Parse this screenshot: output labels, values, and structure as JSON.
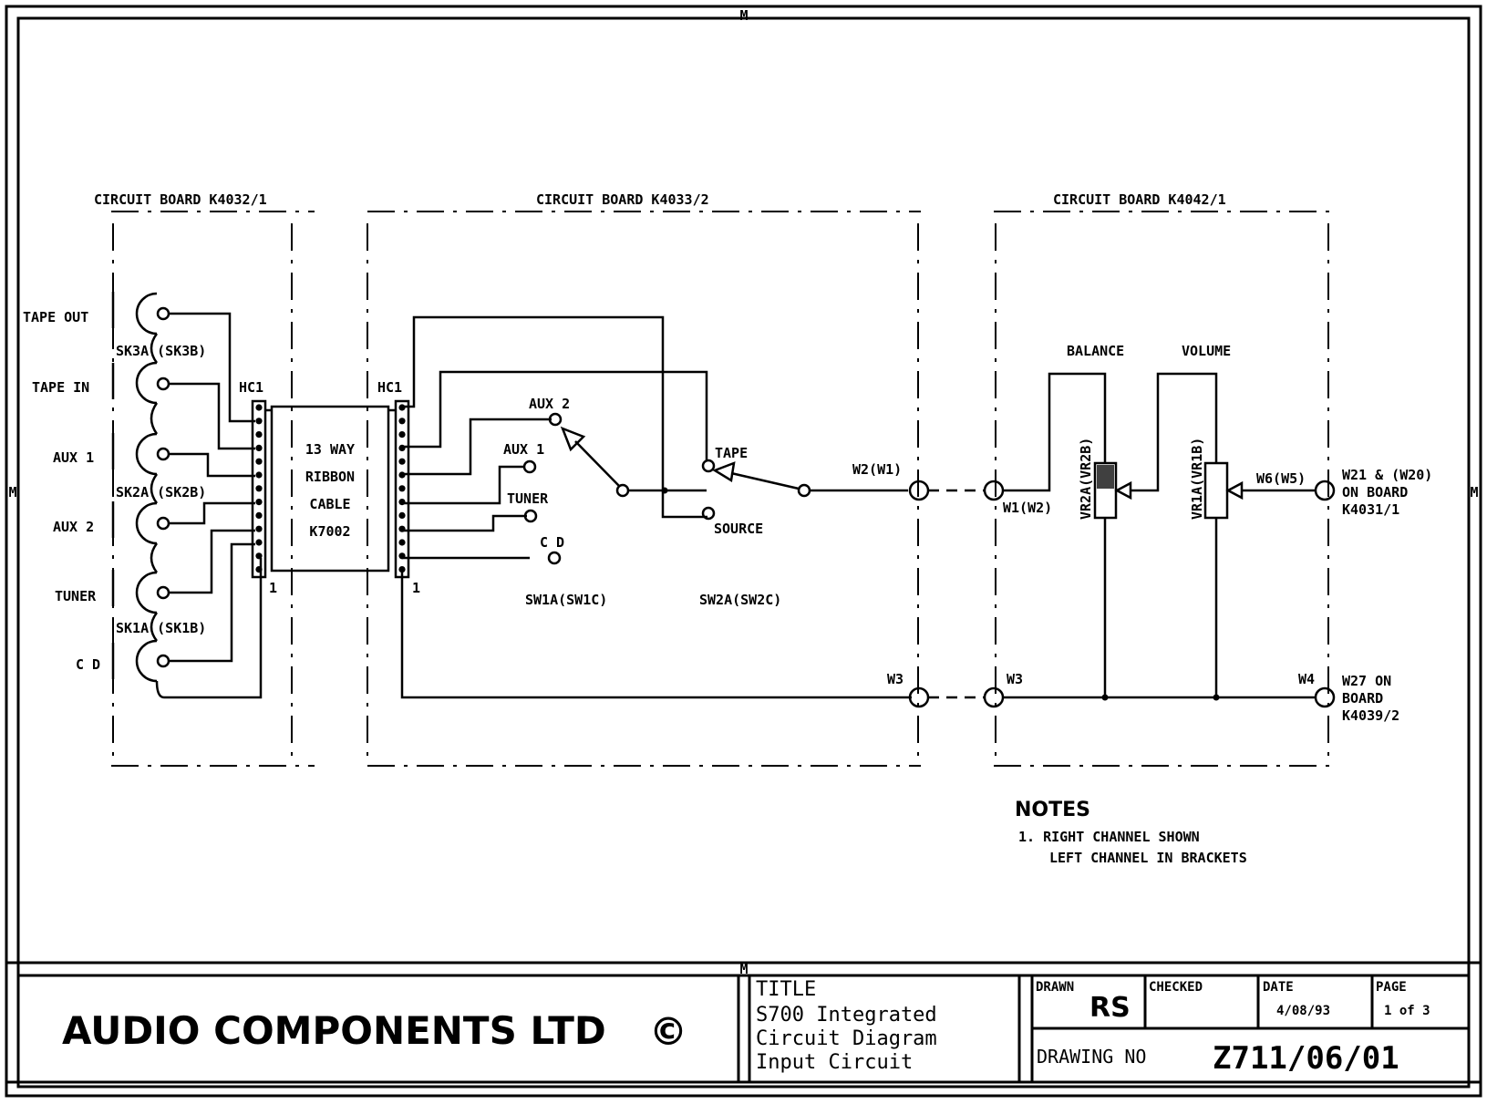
{
  "boards": {
    "b1": "CIRCUIT BOARD K4032/1",
    "b2": "CIRCUIT BOARD K4033/2",
    "b3": "CIRCUIT BOARD K4042/1"
  },
  "sockets": {
    "tape_out": "TAPE OUT",
    "tape_in": "TAPE IN",
    "aux1": "AUX 1",
    "aux2": "AUX 2",
    "tuner": "TUNER",
    "cd": "C D",
    "sk3": "SK3A (SK3B)",
    "sk2": "SK2A (SK2B)",
    "sk1": "SK1A (SK1B)"
  },
  "connectors": {
    "hc_left": "HC1",
    "hc_right": "HC1",
    "pin1_left": "1",
    "pin1_right": "1"
  },
  "ribbon": {
    "l1": "13 WAY",
    "l2": "RIBBON",
    "l3": "CABLE",
    "l4": "K7002"
  },
  "switch1": {
    "aux2": "AUX 2",
    "aux1": "AUX 1",
    "tuner": "TUNER",
    "cd": "C D",
    "name": "SW1A(SW1C)"
  },
  "switch2": {
    "tape": "TAPE",
    "source": "SOURCE",
    "name": "SW2A(SW2C)"
  },
  "wires": {
    "w2": "W2(W1)",
    "w1": "W1(W2)",
    "w6": "W6(W5)",
    "w3a": "W3",
    "w3b": "W3",
    "w4": "W4",
    "w21_1": "W21 & (W20)",
    "w21_2": "ON BOARD",
    "w21_3": "K4031/1",
    "w27_1": "W27 ON",
    "w27_2": "BOARD",
    "w27_3": "K4039/2"
  },
  "controls": {
    "balance": "BALANCE",
    "volume": "VOLUME",
    "vr2": "VR2A(VR2B)",
    "vr1": "VR1A(VR1B)"
  },
  "notes": {
    "heading": "NOTES",
    "line1": "1. RIGHT CHANNEL SHOWN",
    "line2": "LEFT CHANNEL IN BRACKETS"
  },
  "title_block": {
    "company": "AUDIO COMPONENTS LTD",
    "copyright": "©",
    "title_label": "TITLE",
    "title1": "S700 Integrated",
    "title2": "Circuit Diagram",
    "title3": "Input Circuit",
    "drawn_label": "DRAWN",
    "drawn_value": "RS",
    "checked_label": "CHECKED",
    "date_label": "DATE",
    "date_value": "4/08/93",
    "page_label": "PAGE",
    "page_value": "1 of 3",
    "drawing_no_label": "DRAWING NO",
    "drawing_no_value": "Z711/06/01"
  },
  "frame_marks": {
    "top": "M",
    "left": "M",
    "right": "M",
    "bottom": "M"
  }
}
